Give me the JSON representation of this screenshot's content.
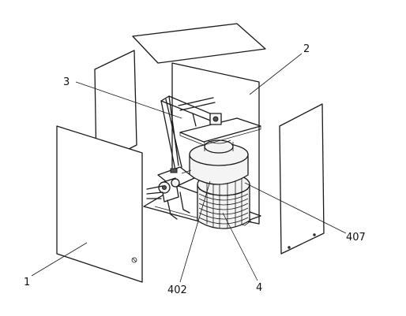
{
  "labels": {
    "part1": "1",
    "part2": "2",
    "part3": "3",
    "part4": "4",
    "part402": "402",
    "part407": "407"
  }
}
